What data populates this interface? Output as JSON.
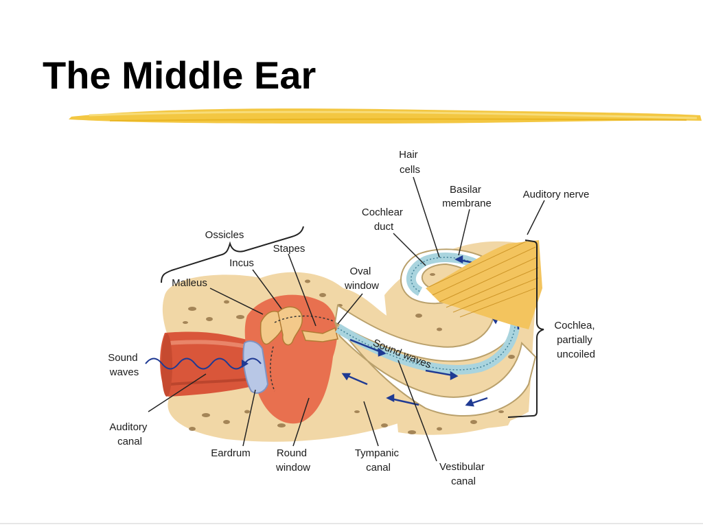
{
  "slide": {
    "title": "The Middle Ear"
  },
  "colors": {
    "title": "#000000",
    "underline": "#f2c12e",
    "bone": "#f1d7a6",
    "canal": "#d9563a",
    "cochlea_duct": "#a9d4de",
    "nerve": "#f3c45e",
    "arrow": "#1f3a93"
  },
  "diagram": {
    "labels": {
      "hair_cells_1": "Hair",
      "hair_cells_2": "cells",
      "basilar_1": "Basilar",
      "basilar_2": "membrane",
      "auditory_nerve": "Auditory nerve",
      "cochlear_duct_1": "Cochlear",
      "cochlear_duct_2": "duct",
      "ossicles": "Ossicles",
      "stapes": "Stapes",
      "incus": "Incus",
      "malleus": "Malleus",
      "oval_window_1": "Oval",
      "oval_window_2": "window",
      "sound_waves_1": "Sound",
      "sound_waves_2": "waves",
      "sound_waves_inner": "Sound waves",
      "cochlea_1": "Cochlea,",
      "cochlea_2": "partially",
      "cochlea_3": "uncoiled",
      "auditory_canal_1": "Auditory",
      "auditory_canal_2": "canal",
      "eardrum": "Eardrum",
      "round_window_1": "Round",
      "round_window_2": "window",
      "tympanic_1": "Tympanic",
      "tympanic_2": "canal",
      "vestibular_1": "Vestibular",
      "vestibular_2": "canal"
    }
  }
}
